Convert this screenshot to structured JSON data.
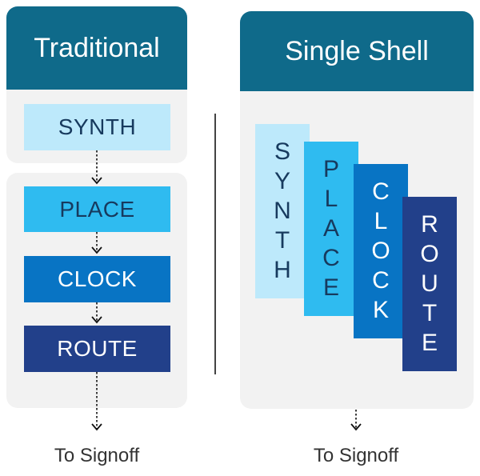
{
  "traditional": {
    "title": "Traditional",
    "stages": [
      {
        "label": "SYNTH",
        "color": "#bde9fb"
      },
      {
        "label": "PLACE",
        "color": "#2fbbf0"
      },
      {
        "label": "CLOCK",
        "color": "#0874c4"
      },
      {
        "label": "ROUTE",
        "color": "#22408a"
      }
    ],
    "output_label": "To Signoff"
  },
  "single_shell": {
    "title": "Single Shell",
    "stages": [
      {
        "label": "SYNTH",
        "color": "#bde9fb"
      },
      {
        "label": "PLACE",
        "color": "#2fbbf0"
      },
      {
        "label": "CLOCK",
        "color": "#0874c4"
      },
      {
        "label": "ROUTE",
        "color": "#22408a"
      }
    ],
    "output_label": "To Signoff"
  },
  "colors": {
    "header": "#0f6a8a",
    "panel": "#f2f2f2",
    "divider": "#444444"
  }
}
